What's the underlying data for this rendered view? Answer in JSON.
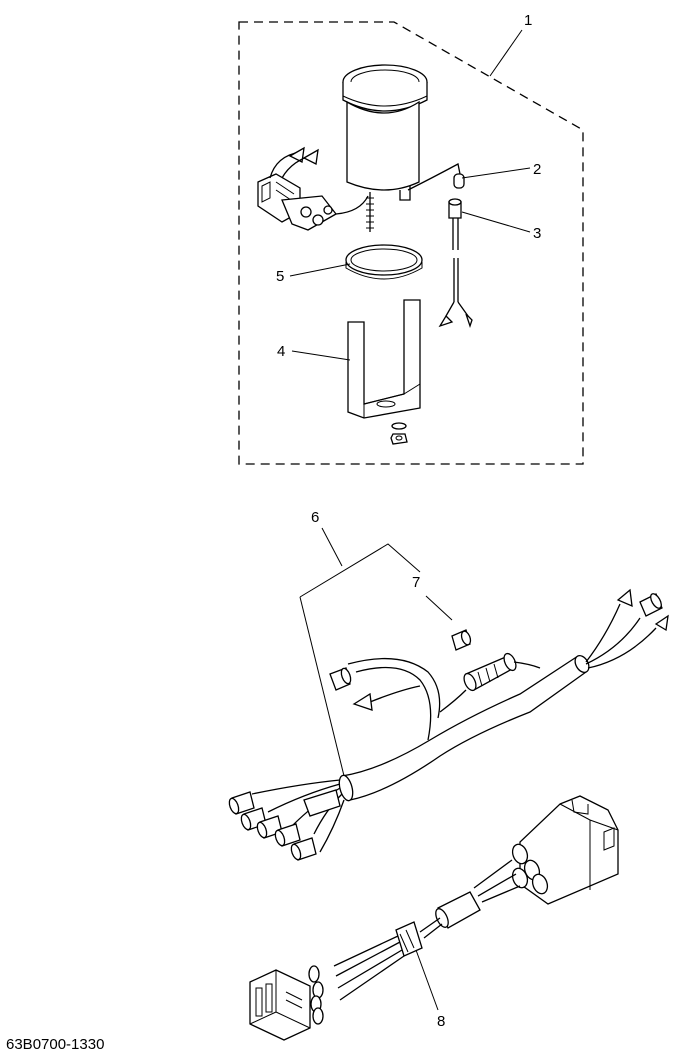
{
  "callouts": [
    "1",
    "2",
    "3",
    "4",
    "5",
    "6",
    "7",
    "8"
  ],
  "drawing_code": "63B0700-1330"
}
